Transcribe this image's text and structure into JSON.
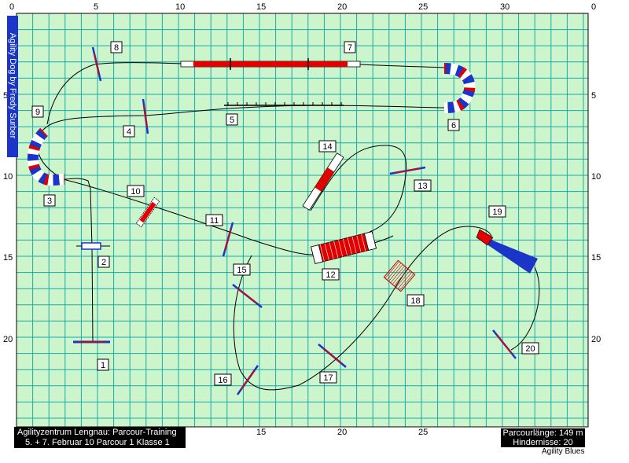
{
  "sidebar": {
    "title": "Agility Dog by Fredy Surber"
  },
  "axes": {
    "top": [
      "0",
      "5",
      "10",
      "15",
      "20",
      "25",
      "30"
    ],
    "left": [
      "0",
      "5",
      "10",
      "15",
      "20"
    ]
  },
  "obstacles": [
    {
      "number": "1"
    },
    {
      "number": "2"
    },
    {
      "number": "3"
    },
    {
      "number": "4"
    },
    {
      "number": "5"
    },
    {
      "number": "6"
    },
    {
      "number": "7"
    },
    {
      "number": "8"
    },
    {
      "number": "9"
    },
    {
      "number": "10"
    },
    {
      "number": "11"
    },
    {
      "number": "12"
    },
    {
      "number": "13"
    },
    {
      "number": "14"
    },
    {
      "number": "15"
    },
    {
      "number": "16"
    },
    {
      "number": "17"
    },
    {
      "number": "18"
    },
    {
      "number": "19"
    },
    {
      "number": "20"
    }
  ],
  "caption": {
    "line1": "Agilityzentrum Lengnau:  Parcour-Training",
    "line2": "5. + 7. Februar 10  Parcour 1 Klasse 1"
  },
  "stats": {
    "length": "Parcourlänge: 149 m",
    "obstacles": "Hindernisse: 20"
  },
  "brand": "Agility Blues",
  "colors": {
    "field": "#ccf5cc",
    "grid": "#1aa8a8",
    "accent_red": "#e00000",
    "accent_blue": "#1a35c8"
  }
}
